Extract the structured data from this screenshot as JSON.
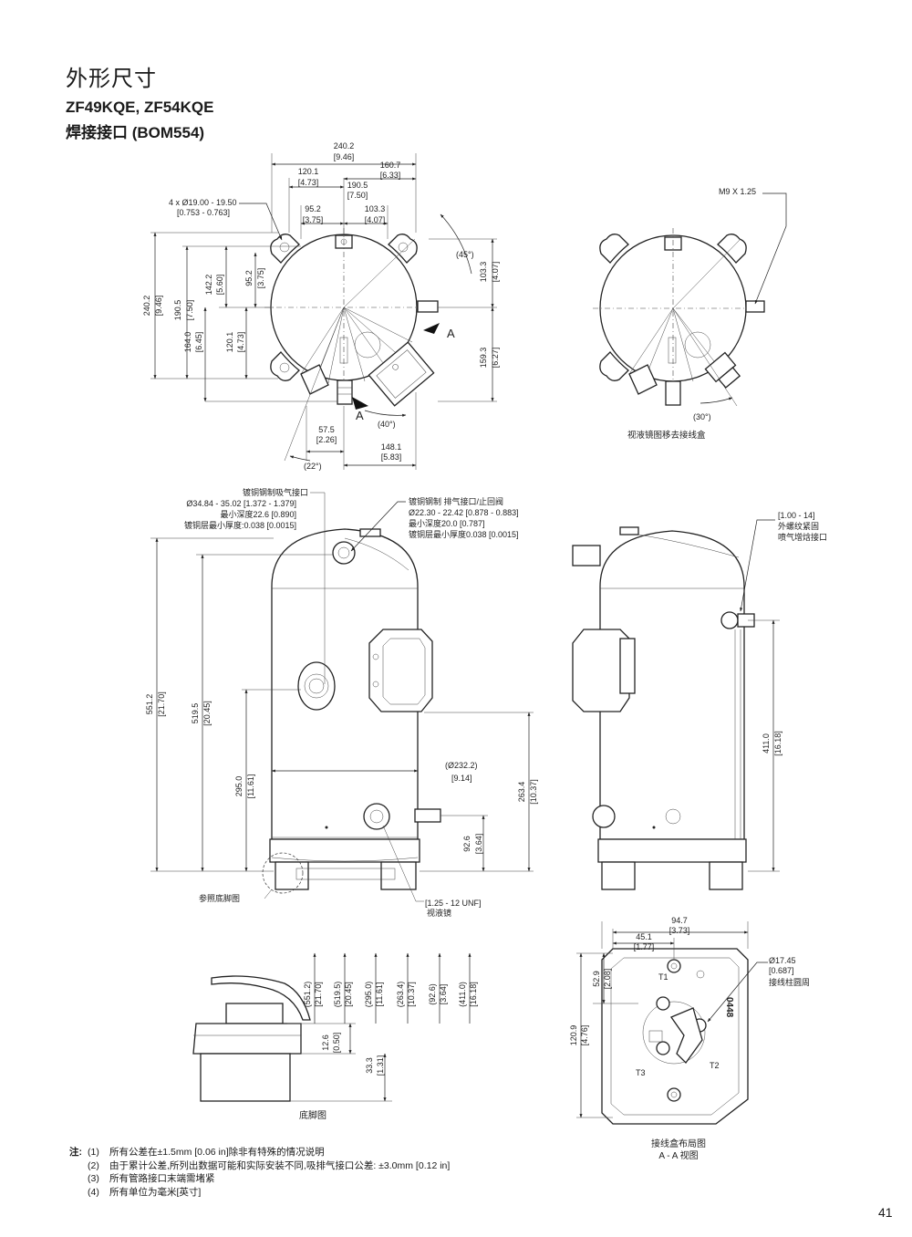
{
  "header": {
    "title": "外形尺寸",
    "models": "ZF49KQE, ZF54KQE",
    "variant": "焊接接口 (BOM554)"
  },
  "top_view": {
    "dims": {
      "d240_2": "240.2",
      "d240_2_in": "[9.46]",
      "d120_1": "120.1",
      "d120_1_in": "[4.73]",
      "d160_7": "160.7",
      "d160_7_in": "[6.33]",
      "d190_5": "190.5",
      "d190_5_in": "[7.50]",
      "d95_2": "95.2",
      "d95_2_in": "[3.75]",
      "d103_3": "103.3",
      "d103_3_in": "[4.07]",
      "holes": "4 x Ø19.00 - 19.50",
      "holes_in": "[0.753 - 0.763]",
      "a45": "(45°)",
      "v240_2": "240.2",
      "v240_2_in": "[9.46]",
      "v190_5": "190.5",
      "v190_5_in": "[7.50]",
      "v142_2": "142.2",
      "v142_2_in": "[5.60]",
      "v95_2": "95.2",
      "v95_2_in": "[3.75]",
      "v164_0": "164.0",
      "v164_0_in": "[6.45]",
      "v120_1": "120.1",
      "v120_1_in": "[4.73]",
      "v103_3": "103.3",
      "v103_3_in": "[4.07]",
      "v159_3": "159.3",
      "v159_3_in": "[6.27]",
      "a40": "(40°)",
      "h57_5": "57.5",
      "h57_5_in": "[2.26]",
      "h148_1": "148.1",
      "h148_1_in": "[5.83]",
      "a22": "(22°)",
      "section_a": "A"
    }
  },
  "top_view_right": {
    "thread": "M9 X 1.25",
    "a30": "(30°)",
    "caption": "视液镜图移去接线盒"
  },
  "front_view": {
    "suction_label": "镀铜钢制吸气接口",
    "suction_d": "Ø34.84 - 35.02 [1.372 - 1.379]",
    "suction_depth": "最小深度22.6 [0.890]",
    "suction_plating": "镀铜层最小厚度:0.038 [0.0015]",
    "discharge_label": "镀铜钢制 排气接口/止回阀",
    "discharge_d": "Ø22.30 - 22.42 [0.878 - 0.883]",
    "discharge_depth": "最小深度20.0 [0.787]",
    "discharge_plating": "镀铜层最小厚度0.038 [0.0015]",
    "h551_2": "551.2",
    "h551_2_in": "[21.70]",
    "h519_5": "519.5",
    "h519_5_in": "[20.45]",
    "h295_0": "295.0",
    "h295_0_in": "[11.61]",
    "d232_2": "(Ø232.2)",
    "d232_2_in": "[9.14]",
    "h263_4": "263.4",
    "h263_4_in": "[10.37]",
    "h92_6": "92.6",
    "h92_6_in": "[3.64]",
    "foot_ref": "参照底脚图",
    "sight_thread": "[1.25 - 12 UNF]",
    "sight_label": "视液镜"
  },
  "side_view": {
    "inj_range": "[1.00 - 14]",
    "inj_l1": "外螺纹紧固",
    "inj_l2": "喷气增焓接口",
    "h411_0": "411.0",
    "h411_0_in": "[16.18]"
  },
  "foot_view": {
    "ref_vals": [
      "(551.2)",
      "[21.70]",
      "(519.5)",
      "[20.45]",
      "(295.0)",
      "[11.61]",
      "(263.4)",
      "[10.37]",
      "(92.6)",
      "[3.64]",
      "(411.0)",
      "[16.18]"
    ],
    "h12_6": "12.6",
    "h12_6_in": "[0.50]",
    "h33_3": "33.3",
    "h33_3_in": "[1.31]",
    "caption": "底脚图"
  },
  "terminal_box": {
    "d94_7": "94.7",
    "d94_7_in": "[3.73]",
    "d45_1": "45.1",
    "d45_1_in": "[1.77]",
    "v52_9": "52.9",
    "v52_9_in": "[2.08]",
    "v120_9": "120.9",
    "v120_9_in": "[4.76]",
    "stud_d": "Ø17.45",
    "stud_d_in": "[0.687]",
    "stud_label": "接线柱圆周",
    "t1": "T1",
    "t2": "T2",
    "t3": "T3",
    "code": "0448",
    "caption1": "接线盒布局图",
    "caption2": "A - A 视图"
  },
  "notes": {
    "label": "注:",
    "items": [
      {
        "idx": "(1)",
        "text": "所有公差在±1.5mm [0.06 in]除非有特殊的情况说明"
      },
      {
        "idx": "(2)",
        "text": "由于累计公差,所列出数据可能和实际安装不同,吸排气接口公差: ±3.0mm [0.12 in]"
      },
      {
        "idx": "(3)",
        "text": "所有管路接口末端需堵紧"
      },
      {
        "idx": "(4)",
        "text": "所有单位为毫米[英寸]"
      }
    ]
  },
  "page_number": "41"
}
